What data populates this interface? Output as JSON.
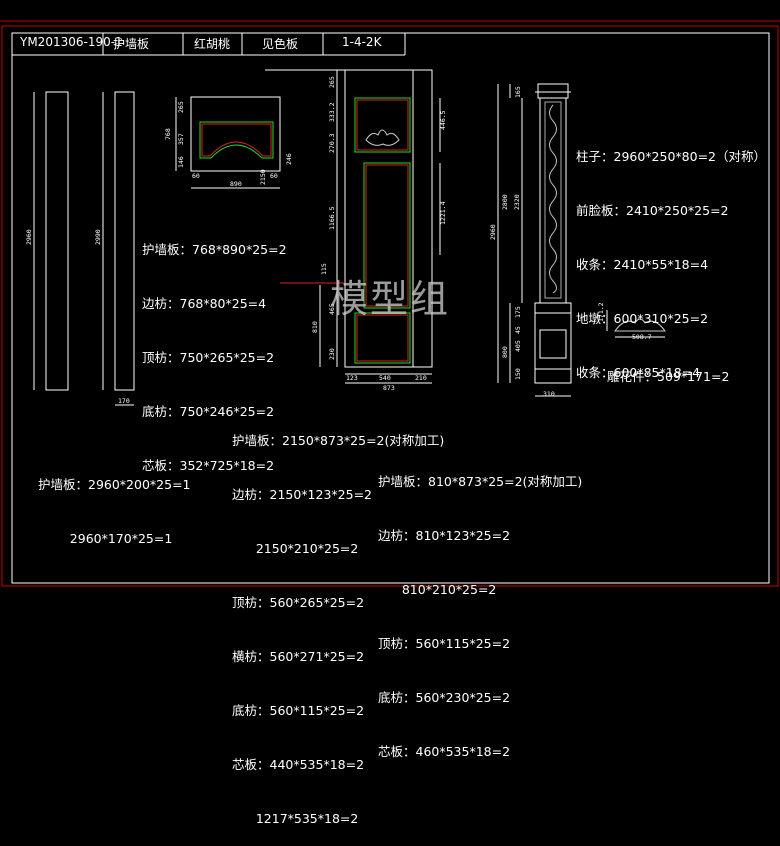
{
  "title_block": {
    "code": "YM201306-190-1",
    "name": "护墙板",
    "material": "红胡桃",
    "finish": "见色板",
    "scale": "1-4-2K"
  },
  "dimensions": {
    "panel1_height": "2960",
    "panel2_height": "2990",
    "panel2_width": "170",
    "top_h1": "265",
    "top_h2": "357",
    "top_h3": "146",
    "top_total_h": "768",
    "top_right_h": "246",
    "top_w1": "60",
    "top_w_total": "890",
    "top_w_right": "2150",
    "top_w_right2": "60",
    "door_d1": "265",
    "door_d2": "333.2",
    "door_d3": "270.3",
    "door_d4": "1166.5",
    "door_d5": "115",
    "door_d6": "465",
    "door_d7": "810",
    "door_d8": "230",
    "door_r1": "446.5",
    "door_r2": "1221.4",
    "door_b1": "123",
    "door_b2": "540",
    "door_b3": "210",
    "door_total_w": "873",
    "col_h1": "165",
    "col_h2": "2960",
    "col_h3": "2320",
    "col_h4": "2800",
    "col_h5": "175",
    "col_h6": "45",
    "col_h7": "405",
    "col_h8": "800",
    "col_h9": "150",
    "col_w": "310",
    "carving_w": "508.7",
    "carving_h": "171.2"
  },
  "notes": {
    "block1": [
      "护墙板：768*890*25=2",
      "边枋：768*80*25=4",
      "顶枋：750*265*25=2",
      "底枋：750*246*25=2",
      "芯板：352*725*18=2"
    ],
    "block2": [
      "柱子：2960*250*80=2（对称）",
      "前脸板：2410*250*25=2",
      "收条：2410*55*18=4",
      "地墩：600*310*25=2",
      "收条：600*85*18=4"
    ],
    "carving": "雕花件：509*171=2",
    "block3": [
      "护墙板：2960*200*25=1",
      "        2960*170*25=1"
    ],
    "block4": [
      "护墙板：2150*873*25=2(对称加工)",
      "边枋：2150*123*25=2",
      "      2150*210*25=2",
      "顶枋：560*265*25=2",
      "横枋：560*271*25=2",
      "底枋：560*115*25=2",
      "芯板：440*535*18=2",
      "      1217*535*18=2"
    ],
    "block5": [
      "护墙板：810*873*25=2(对称加工)",
      "边枋：810*123*25=2",
      "      810*210*25=2",
      "顶枋：560*115*25=2",
      "底枋：560*230*25=2",
      "芯板：460*535*18=2"
    ]
  },
  "watermark": "模型组"
}
